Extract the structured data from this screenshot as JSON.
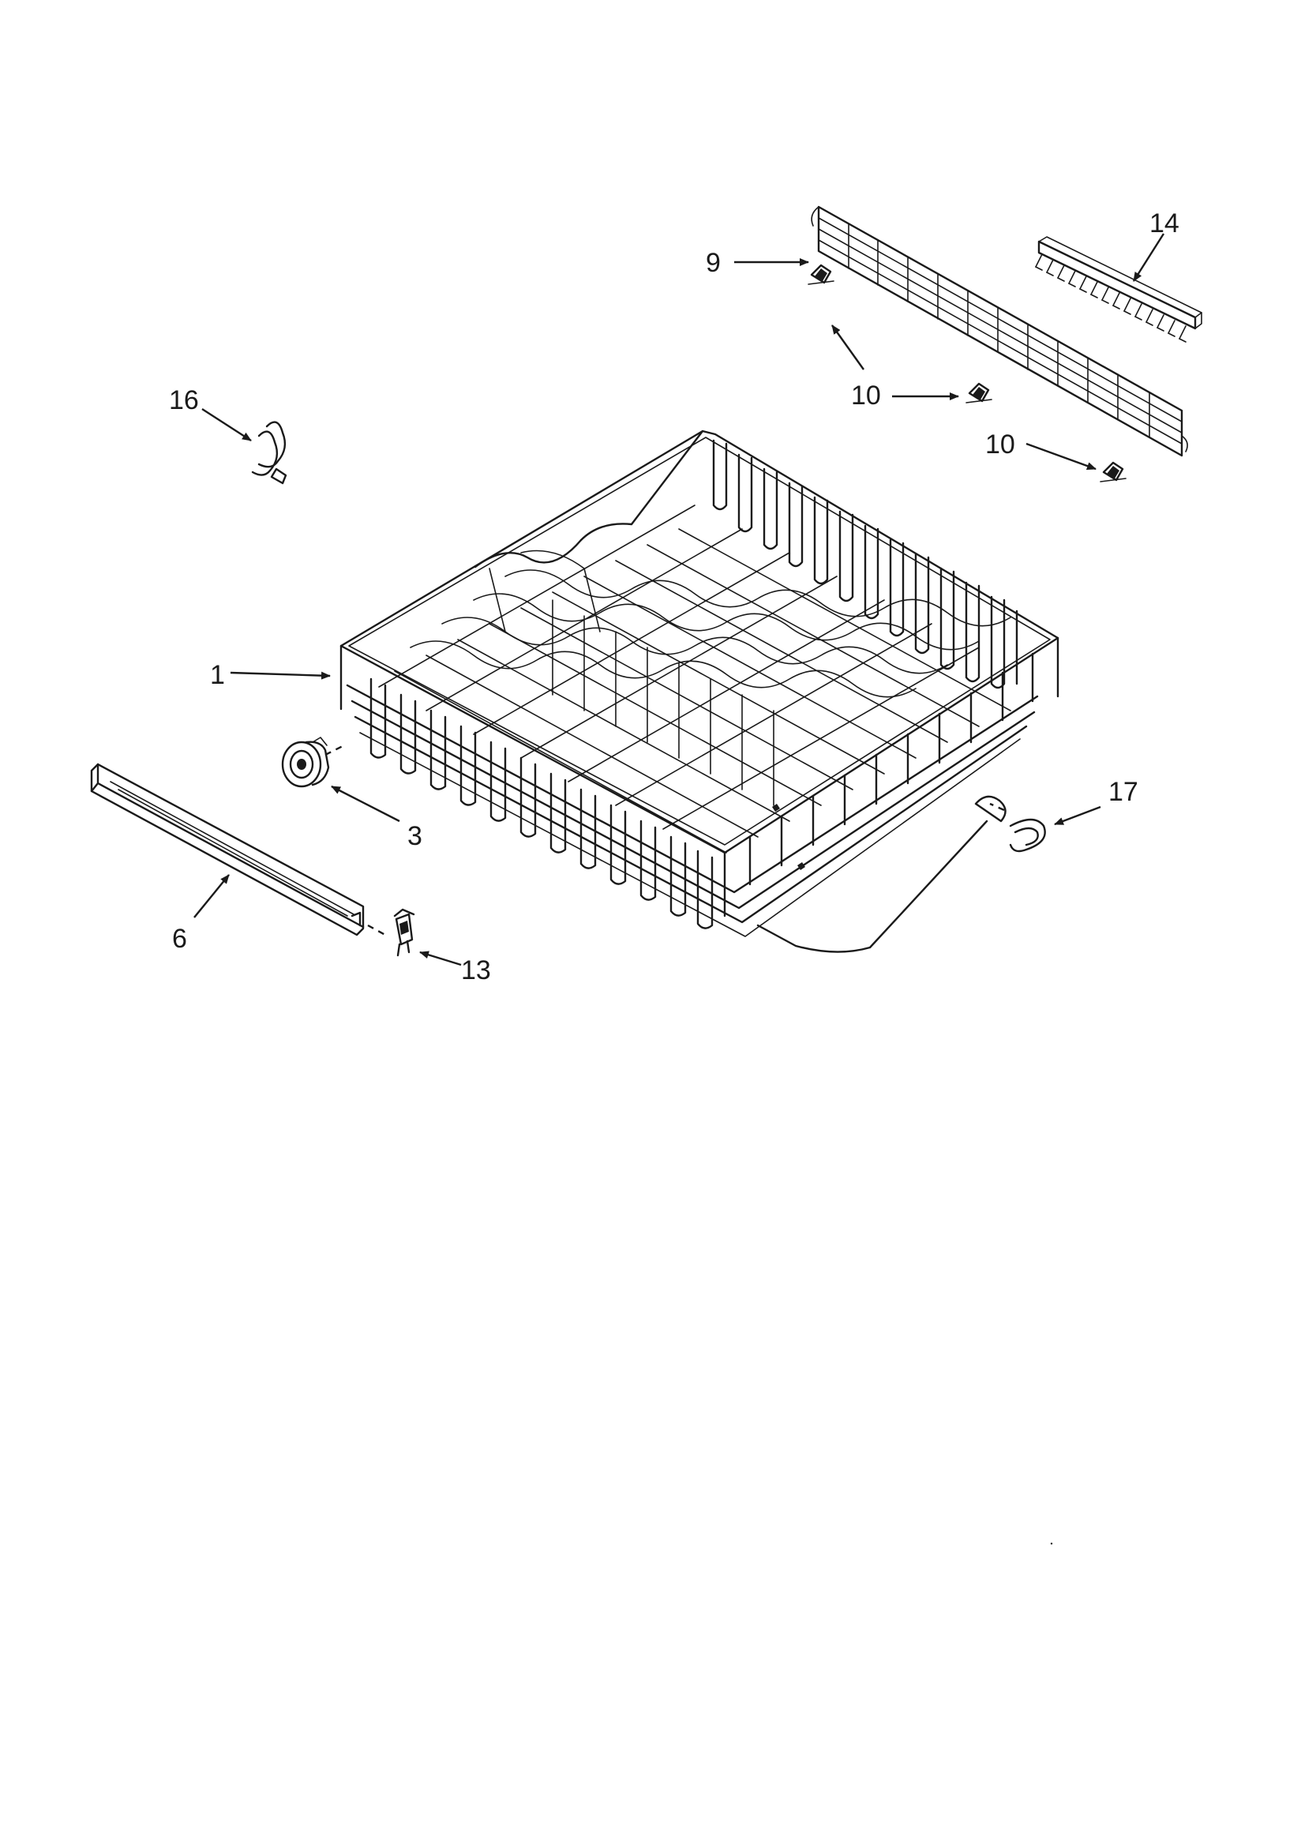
{
  "diagram": {
    "callouts": [
      {
        "id": "1",
        "label": "1"
      },
      {
        "id": "3",
        "label": "3"
      },
      {
        "id": "6",
        "label": "6"
      },
      {
        "id": "9",
        "label": "9"
      },
      {
        "id": "10a",
        "label": "10"
      },
      {
        "id": "10b",
        "label": "10"
      },
      {
        "id": "13",
        "label": "13"
      },
      {
        "id": "14",
        "label": "14"
      },
      {
        "id": "16",
        "label": "16"
      },
      {
        "id": "17",
        "label": "17"
      }
    ],
    "line_color": "#1a1a1a",
    "background": "#ffffff"
  }
}
